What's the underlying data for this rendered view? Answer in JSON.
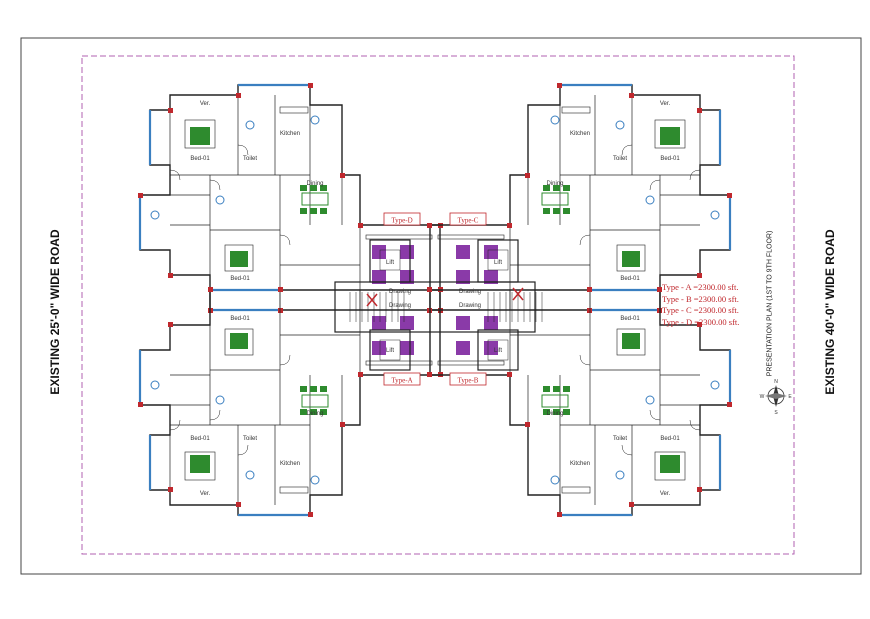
{
  "roads": {
    "left": "EXISTING 25'-0\" WIDE ROAD",
    "right": "EXISTING 40'-0\" WIDE ROAD"
  },
  "presentation": "PRESENTATION PLAN (1ST TO 9TH FLOOR)",
  "legend": [
    "Type - A =2300.00 sft.",
    "Type - B =2300.00 sft.",
    "Type - C =2300.00 sft.",
    "Type - D =2300.00 sft."
  ],
  "unit_tags": [
    "Type-D",
    "Type-C",
    "Type-A",
    "Type-B"
  ],
  "room_labels": {
    "drawing": "Drawing",
    "dining": "Dining",
    "kitchen": "Kitchen",
    "bed": "Bed-01",
    "lift": "Lift",
    "toilet": "Toilet",
    "veranda": "Ver."
  },
  "compass": {
    "n": "N",
    "s": "S",
    "e": "E",
    "w": "W"
  },
  "colors": {
    "wall": "#222222",
    "boundary": "#b060b0",
    "tag": "#c0282d",
    "furniture_bed": "#2e8b2e",
    "furniture_sofa": "#8a3aa8",
    "fixture": "#3a7fc0"
  }
}
